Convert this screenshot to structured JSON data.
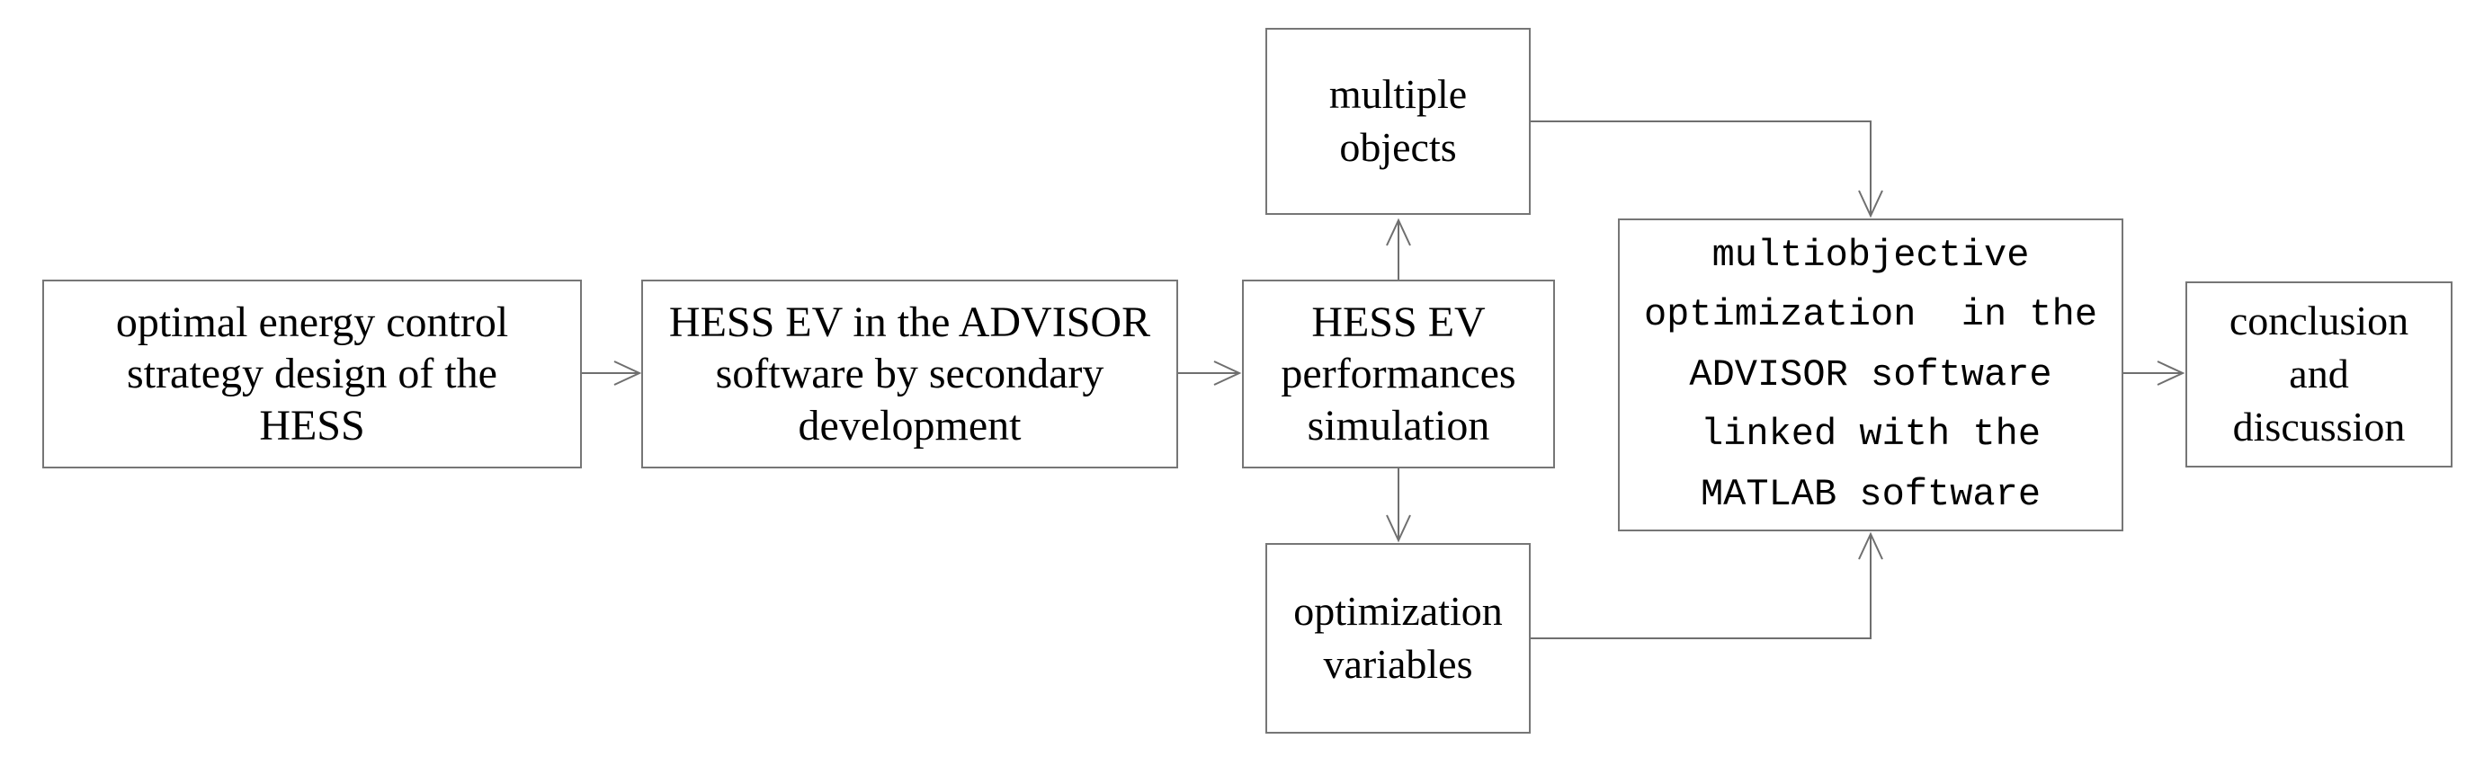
{
  "diagram": {
    "type": "flowchart",
    "colors": {
      "background": "#ffffff",
      "box_border": "#767676",
      "connector_line": "#6f6f6f",
      "text": "#000000"
    },
    "nodes": {
      "optimal_energy": {
        "label": "optimal energy control\nstrategy design of the\nHESS"
      },
      "advisor_secondary": {
        "label": "HESS EV in the ADVISOR\nsoftware by secondary\ndevelopment"
      },
      "performances_simulation": {
        "label": "HESS EV\nperformances\nsimulation"
      },
      "multiple_objects": {
        "label": "multiple\nobjects"
      },
      "optimization_variables": {
        "label": "optimization\nvariables"
      },
      "multiobjective_optimization": {
        "label": "multiobjective\noptimization  in the\nADVISOR software\nlinked with the\nMATLAB software"
      },
      "conclusion": {
        "label": "conclusion\nand\ndiscussion"
      }
    },
    "edges": [
      {
        "from": "optimal_energy",
        "to": "advisor_secondary"
      },
      {
        "from": "advisor_secondary",
        "to": "performances_simulation"
      },
      {
        "from": "performances_simulation",
        "to": "multiple_objects"
      },
      {
        "from": "performances_simulation",
        "to": "optimization_variables"
      },
      {
        "from": "multiple_objects",
        "to": "multiobjective_optimization"
      },
      {
        "from": "optimization_variables",
        "to": "multiobjective_optimization"
      },
      {
        "from": "multiobjective_optimization",
        "to": "conclusion"
      }
    ]
  }
}
